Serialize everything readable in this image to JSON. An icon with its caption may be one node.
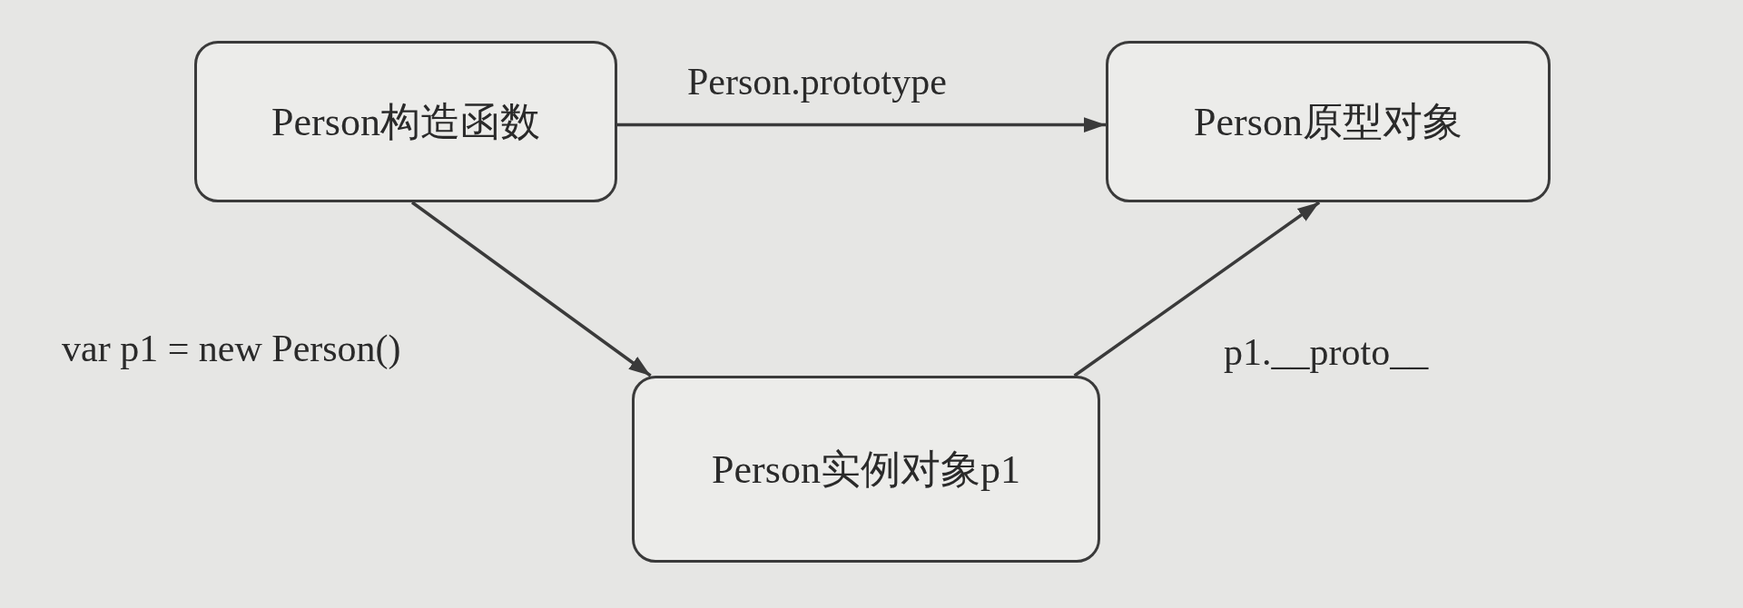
{
  "diagram": {
    "nodes": [
      {
        "text": [
          "Person构造函数"
        ]
      },
      {
        "text": [
          "Person原型对象"
        ]
      },
      {
        "text": [
          "Person实例对象p1"
        ]
      }
    ],
    "edges": [
      {
        "from": 0,
        "to": 1,
        "arrow": "to",
        "label": "Person.prototype"
      },
      {
        "from": 0,
        "to": 2,
        "arrow": "to",
        "label": "var p1 = new Person()"
      },
      {
        "from": 2,
        "to": 1,
        "arrow": "to",
        "label": "p1.__proto__"
      }
    ]
  }
}
